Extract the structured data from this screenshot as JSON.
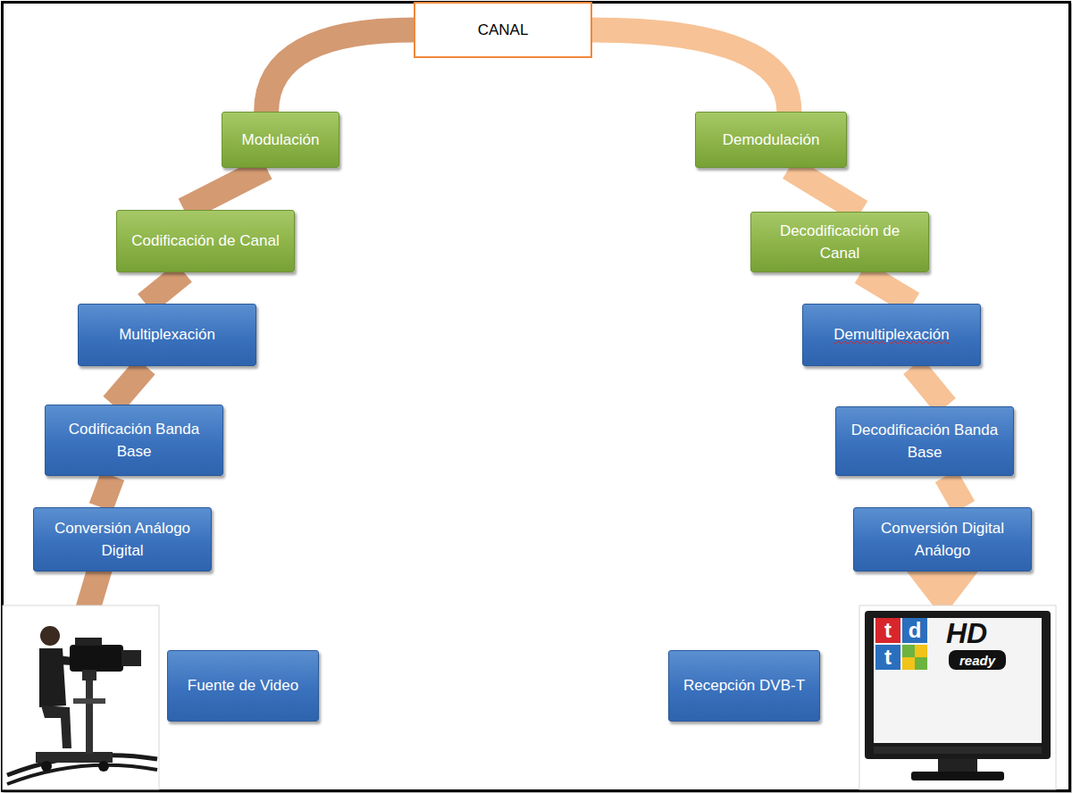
{
  "diagram": {
    "nodes": [
      {
        "text": [
          "CANAL"
        ]
      },
      {
        "text": [
          "Modulación"
        ]
      },
      {
        "text": [
          "Demodulación"
        ]
      },
      {
        "text": [
          "Codificación de Canal"
        ]
      },
      {
        "text": [
          "Decodificación de Canal"
        ]
      },
      {
        "text": [
          "Multiplexación"
        ]
      },
      {
        "text": [
          "Demultiplexación"
        ]
      },
      {
        "text": [
          "Codificación Banda Base"
        ]
      },
      {
        "text": [
          "Decodificación Banda Base"
        ]
      },
      {
        "text": [
          "Conversión Análogo Digital"
        ]
      },
      {
        "text": [
          "Conversión Digital Análogo"
        ]
      },
      {
        "text": [
          "Fuente de Video"
        ]
      },
      {
        "text": [
          "Recepción DVB-T"
        ]
      }
    ],
    "edges": [
      {
        "from": 9,
        "to": 7,
        "arrow": "none"
      },
      {
        "from": 7,
        "to": 5,
        "arrow": "none"
      },
      {
        "from": 5,
        "to": 3,
        "arrow": "none"
      },
      {
        "from": 3,
        "to": 1,
        "arrow": "none"
      },
      {
        "from": 1,
        "to": 0,
        "arrow": "none"
      },
      {
        "from": 0,
        "to": 2,
        "arrow": "none"
      },
      {
        "from": 2,
        "to": 4,
        "arrow": "none"
      },
      {
        "from": 4,
        "to": 6,
        "arrow": "none"
      },
      {
        "from": 6,
        "to": 8,
        "arrow": "none"
      },
      {
        "from": 8,
        "to": 10,
        "arrow": "none"
      }
    ],
    "labels": [
      "t",
      "d",
      "t",
      "HD",
      "ready"
    ]
  }
}
